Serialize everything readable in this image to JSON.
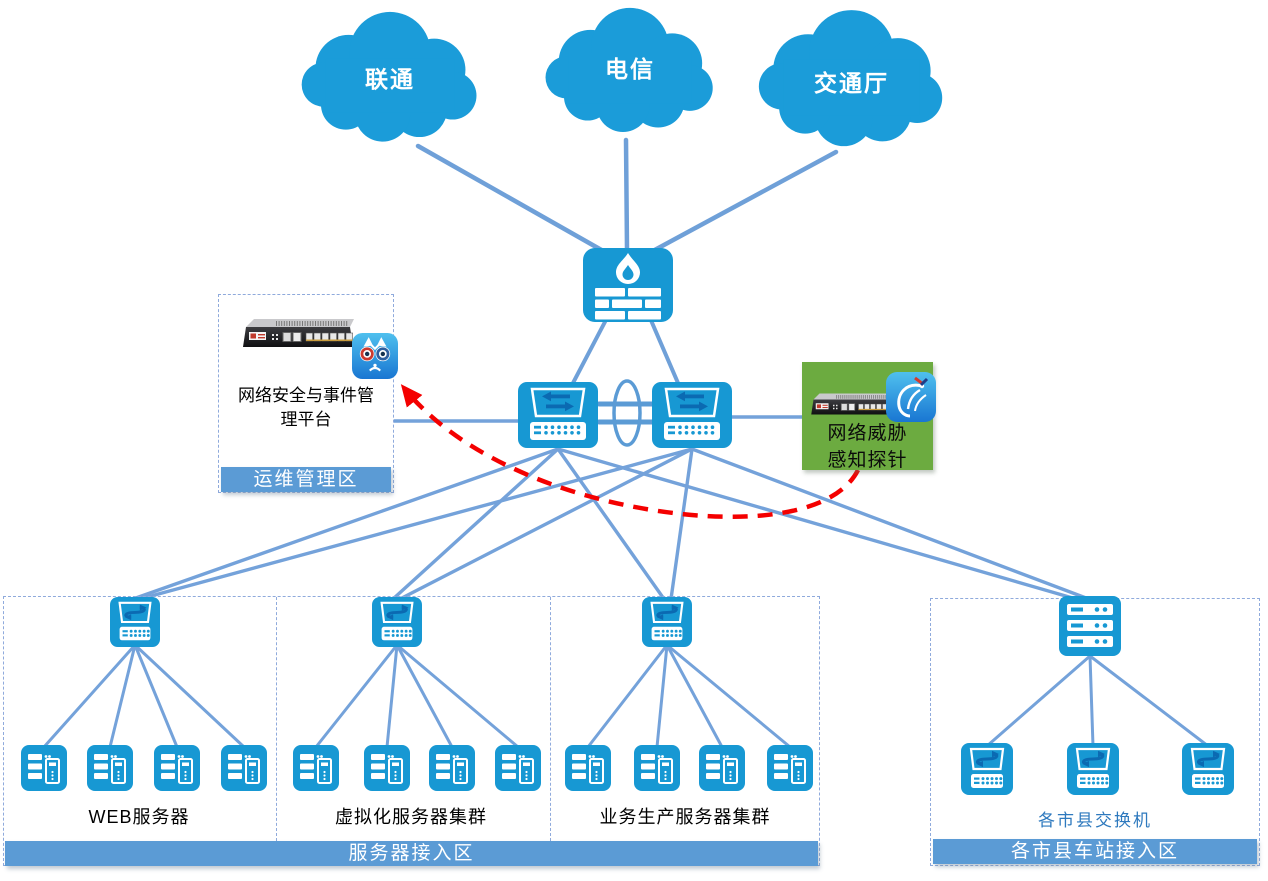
{
  "clouds": [
    {
      "label": "联通"
    },
    {
      "label": "电信"
    },
    {
      "label": "交通厅"
    }
  ],
  "core": {
    "firewall": "firewall",
    "core_switch_count": 2
  },
  "management_zone": {
    "device_label": "网络安全与事件管理平台",
    "device_label_line1": "网络安全与事件管",
    "device_label_line2": "理平台",
    "zone_label": "运维管理区"
  },
  "threat_probe": {
    "label": "网络威胁感知探针",
    "label_line1": "网络威胁",
    "label_line2": "感知探针"
  },
  "server_access_zone": {
    "zone_label": "服务器接入区",
    "groups": [
      {
        "label": "WEB服务器",
        "server_count": 4
      },
      {
        "label": "虚拟化服务器集群",
        "server_count": 4
      },
      {
        "label": "业务生产服务器集群",
        "server_count": 4
      }
    ]
  },
  "station_access_zone": {
    "zone_label": "各市县车站接入区",
    "switch_label": "各市县交换机",
    "switch_count": 3
  },
  "colors": {
    "node_blue": "#1798D3",
    "cloud_blue": "#1B9CD9",
    "link_blue": "#74A2DA",
    "link_blue_dark": "#5B9BD5",
    "zone_banner_blue": "#5B9BD5",
    "zone_border_blue": "#8FAADC",
    "probe_green": "#6CAB40",
    "alert_red": "#FF0000",
    "county_label_blue": "#2E79BE"
  }
}
